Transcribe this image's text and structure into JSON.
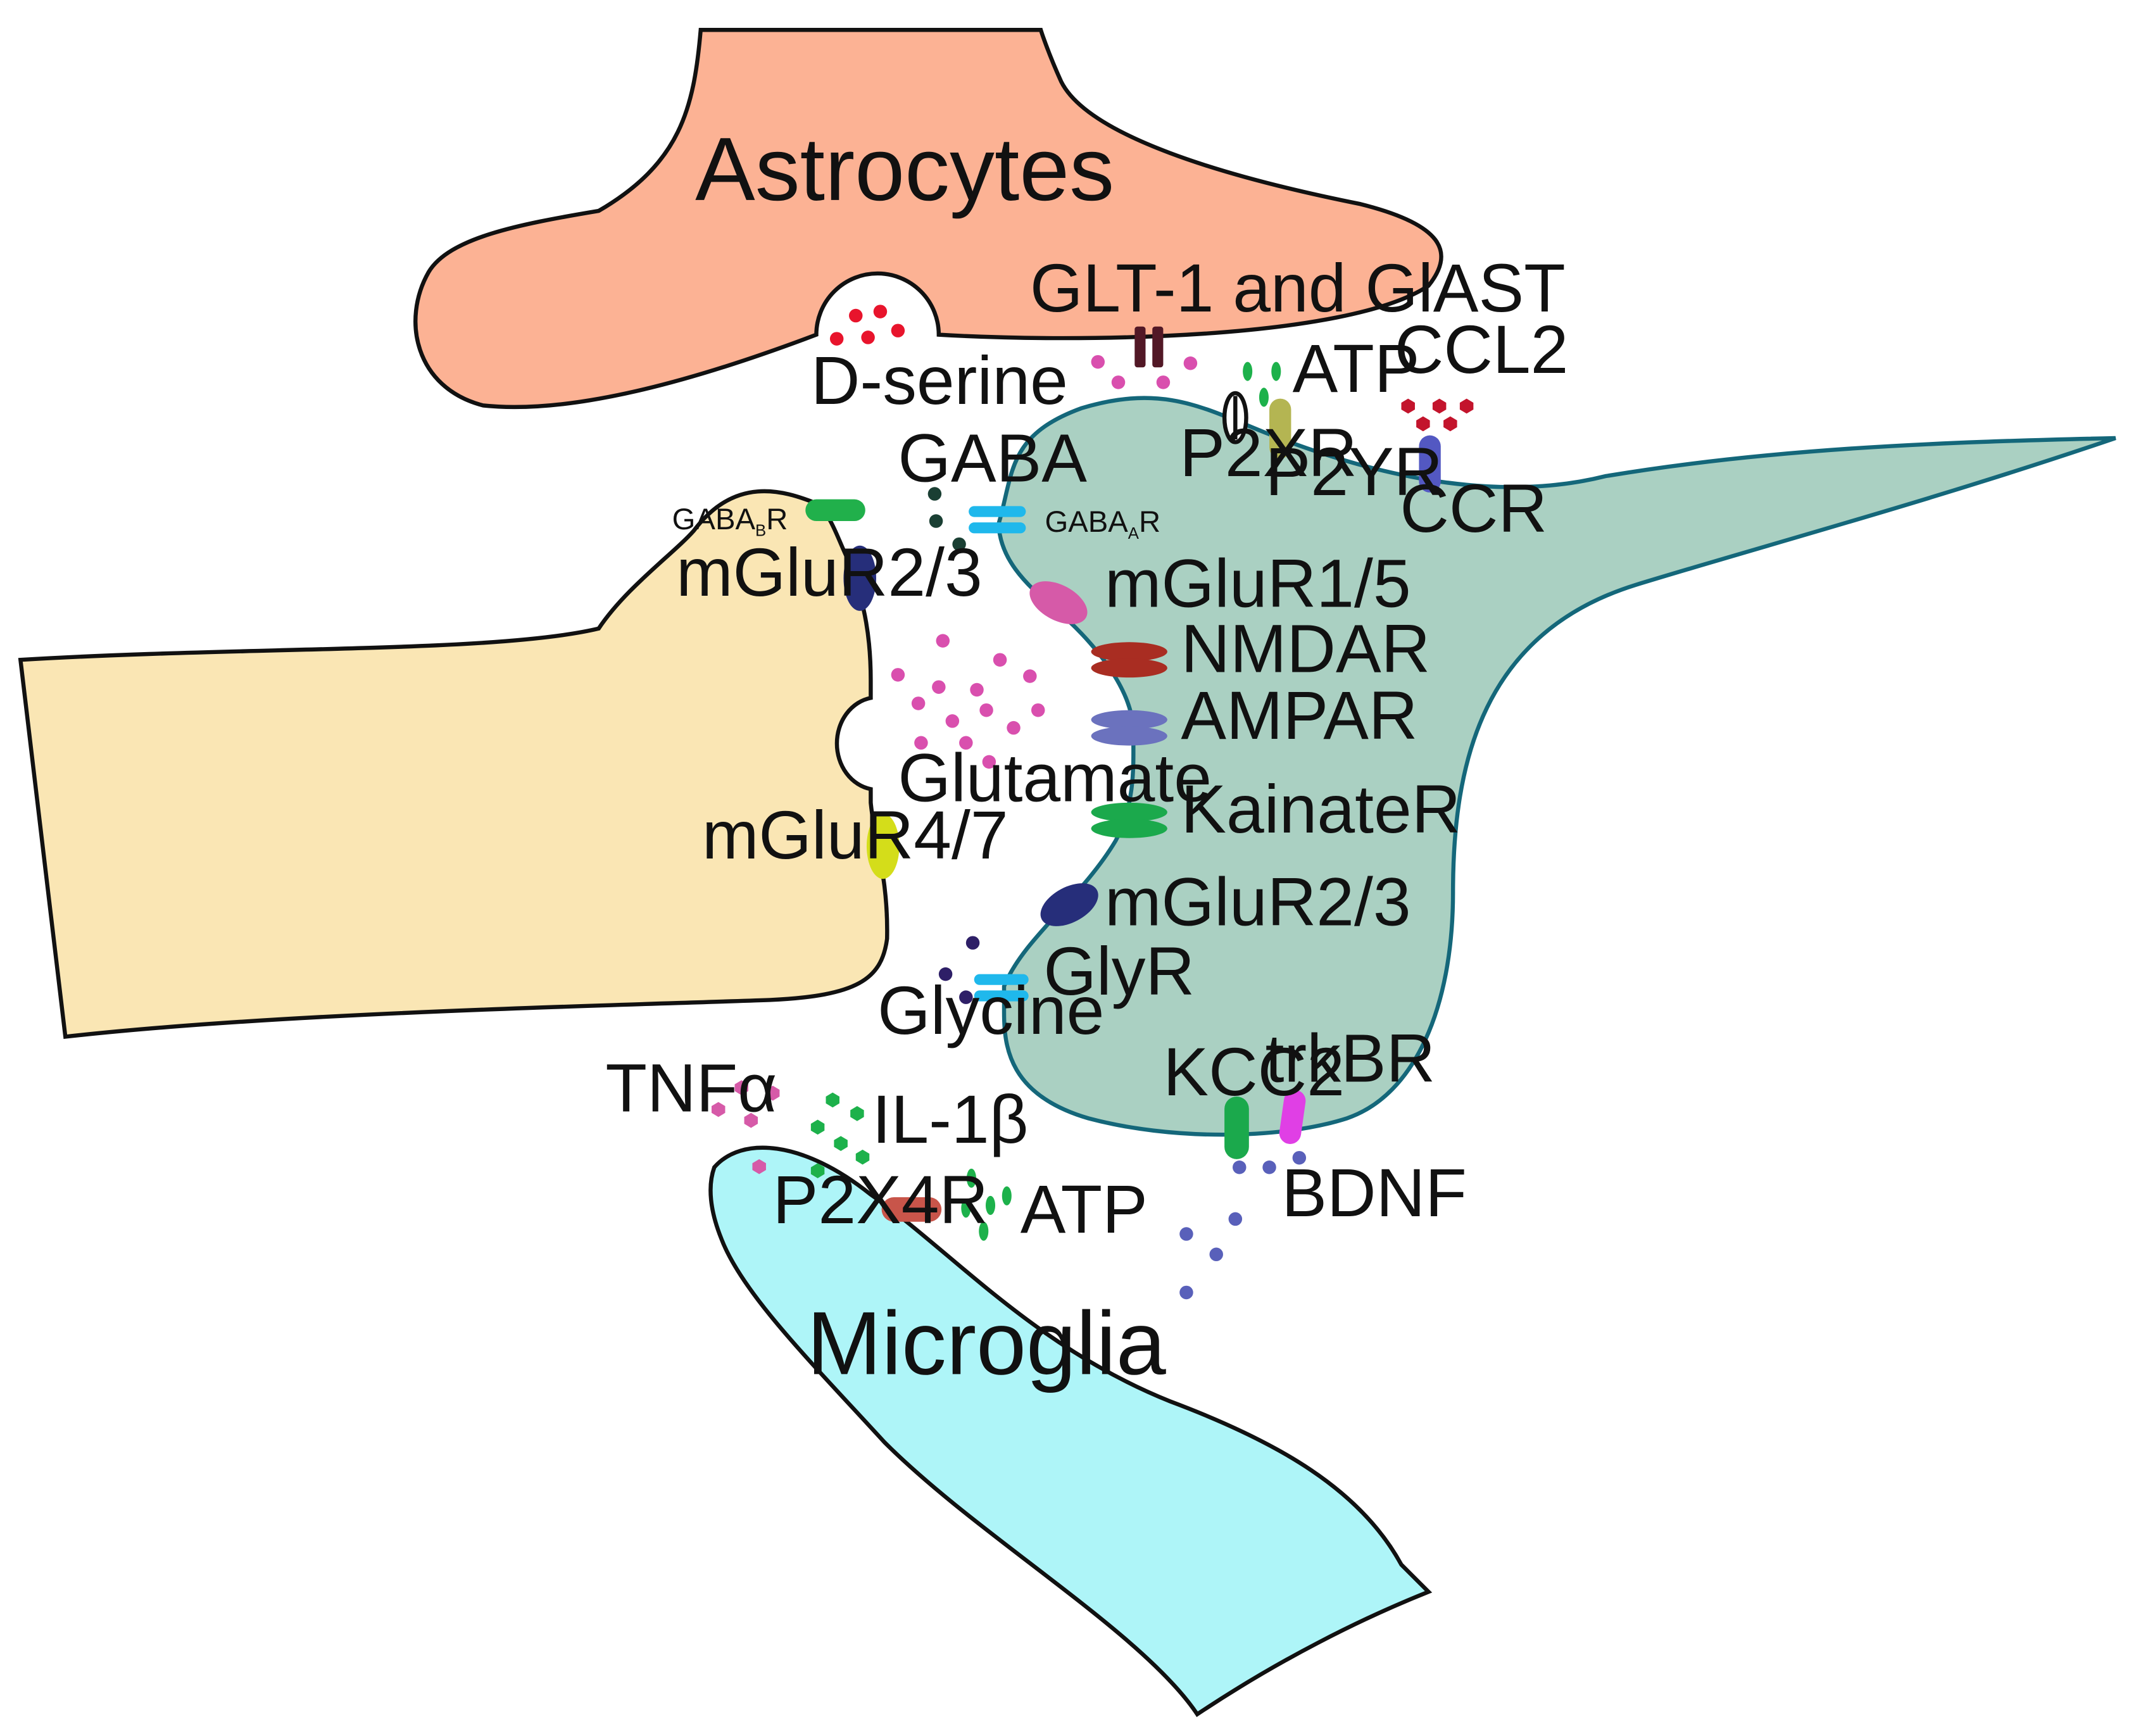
{
  "cells": {
    "astrocytes": "Astrocytes",
    "microglia": "Microglia"
  },
  "labels": {
    "d_serine": "D-serine",
    "glt1_glast": "GLT-1 and GlAST",
    "atp_top": "ATP",
    "ccl2": "CCL2",
    "p2xr": "P2XR",
    "p2yr": "P2YR",
    "ccr": "CCR",
    "gaba": "GABA",
    "gabab_main": "GABA",
    "gabab_sub": "B",
    "gabab_end": "R",
    "gabaa_main": "GABA",
    "gabaa_sub": "A",
    "gabaa_end": "R",
    "mglur23_pre": "mGluR2/3",
    "mglur15": "mGluR1/5",
    "nmdar": "NMDAR",
    "ampar": "AMPAR",
    "glutamate": "Glutamate",
    "kainater": "KainateR",
    "mglur47": "mGluR4/7",
    "mglur23_post": "mGluR2/3",
    "glyr": "GlyR",
    "glycine": "Glycine",
    "tnfa": "TNFα",
    "il1b": "IL-1β",
    "kcc2": "KCC2",
    "trkbr": "trkBR",
    "p2x4r": "P2X4R",
    "atp_bottom": "ATP",
    "bdnf": "BDNF"
  },
  "colors": {
    "astrocyte_fill": "#FCB294",
    "presynaptic_fill": "#FAE6B4",
    "postsynaptic_fill": "#AAD0C2",
    "microglia_fill": "#AEF5F8",
    "gabab_receptor": "#21B04B",
    "mglur23_receptor": "#262E7A",
    "mglur47_receptor": "#D4DD1A",
    "gabaa_glyr_receptor": "#1FB8EC",
    "mglur15_receptor": "#D65AA8",
    "nmdar_receptor": "#A92D22",
    "ampar_receptor": "#6B72BE",
    "kainater_receptor": "#1BA94C",
    "p2yr_receptor": "#B4B552",
    "ccr_receptor": "#5358C2",
    "kcc2_receptor": "#1BA94C",
    "trkbr_receptor": "#E03FE5",
    "p2x4r_receptor": "#C8554A",
    "glt_transporter": "#521826",
    "d_serine_dots": "#E8142C",
    "glutamate_dots": "#D94FAE",
    "gaba_dots": "#1A3F33",
    "glycine_dots": "#2E1F67",
    "atp_dots": "#1DB14B",
    "ccl2_dots": "#C3142C",
    "bdnf_dots": "#5960BA",
    "tnfa_dots": "#D65AA8",
    "il1b_dots": "#1DB14B"
  }
}
